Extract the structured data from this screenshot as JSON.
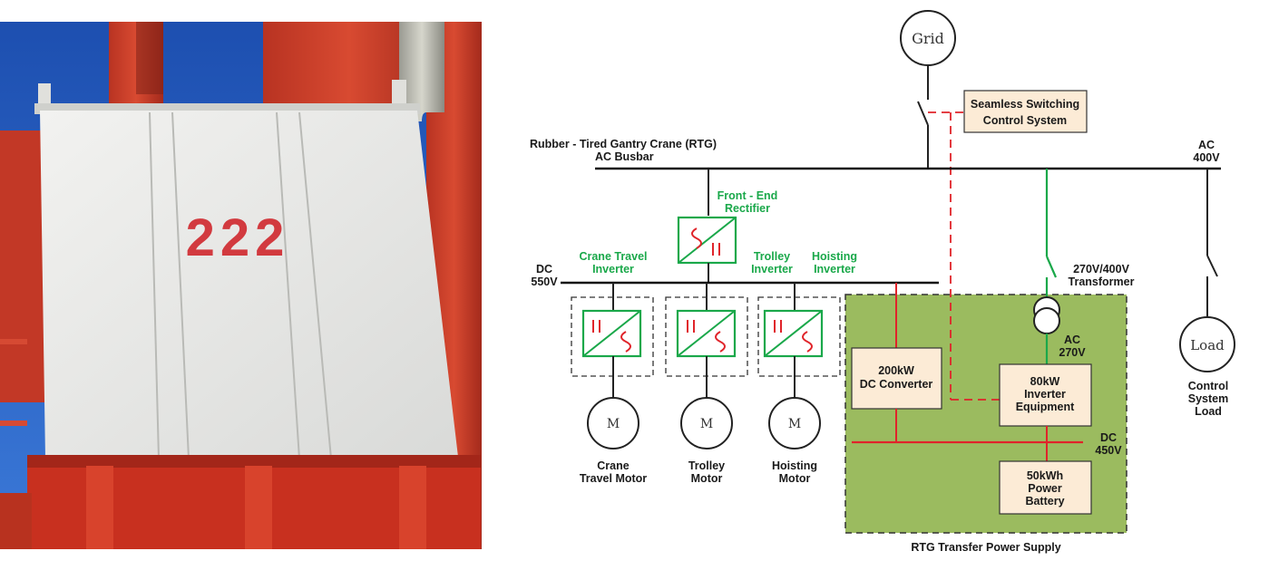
{
  "photo": {
    "number": "222"
  },
  "diagram": {
    "grid": "Grid",
    "seamless": [
      "Seamless Switching",
      "Control System"
    ],
    "ac_busbar": [
      "Rubber - Tired Gantry Crane (RTG)",
      "AC Busbar"
    ],
    "ac_400v": [
      "AC",
      "400V"
    ],
    "front_end": [
      "Front - End",
      "Rectifier"
    ],
    "dc_550v": [
      "DC",
      "550V"
    ],
    "crane_travel_inverter": [
      "Crane Travel",
      "Inverter"
    ],
    "trolley_inverter": [
      "Trolley",
      "Inverter"
    ],
    "hoisting_inverter": [
      "Hoisting",
      "Inverter"
    ],
    "transformer": [
      "270V/400V",
      "Transformer"
    ],
    "motor_symbol": "M",
    "motors": [
      [
        "Crane",
        "Travel Motor"
      ],
      [
        "Trolley",
        "Motor"
      ],
      [
        "Hoisting",
        "Motor"
      ]
    ],
    "ac_270v": [
      "AC",
      "270V"
    ],
    "dc_converter": [
      "200kW",
      "DC Converter"
    ],
    "inverter_equipment": [
      "80kW",
      "Inverter",
      "Equipment"
    ],
    "dc_450v": [
      "DC",
      "450V"
    ],
    "battery": [
      "50kWh",
      "Power",
      "Battery"
    ],
    "load": "Load",
    "control_load": [
      "Control",
      "System",
      "Load"
    ],
    "rtg_supply": "RTG Transfer Power Supply",
    "colors": {
      "green_box": "#9bbb5f",
      "box_fill": "#fcebd6",
      "red_line": "#e0242a",
      "green_line": "#1aa84a"
    }
  }
}
